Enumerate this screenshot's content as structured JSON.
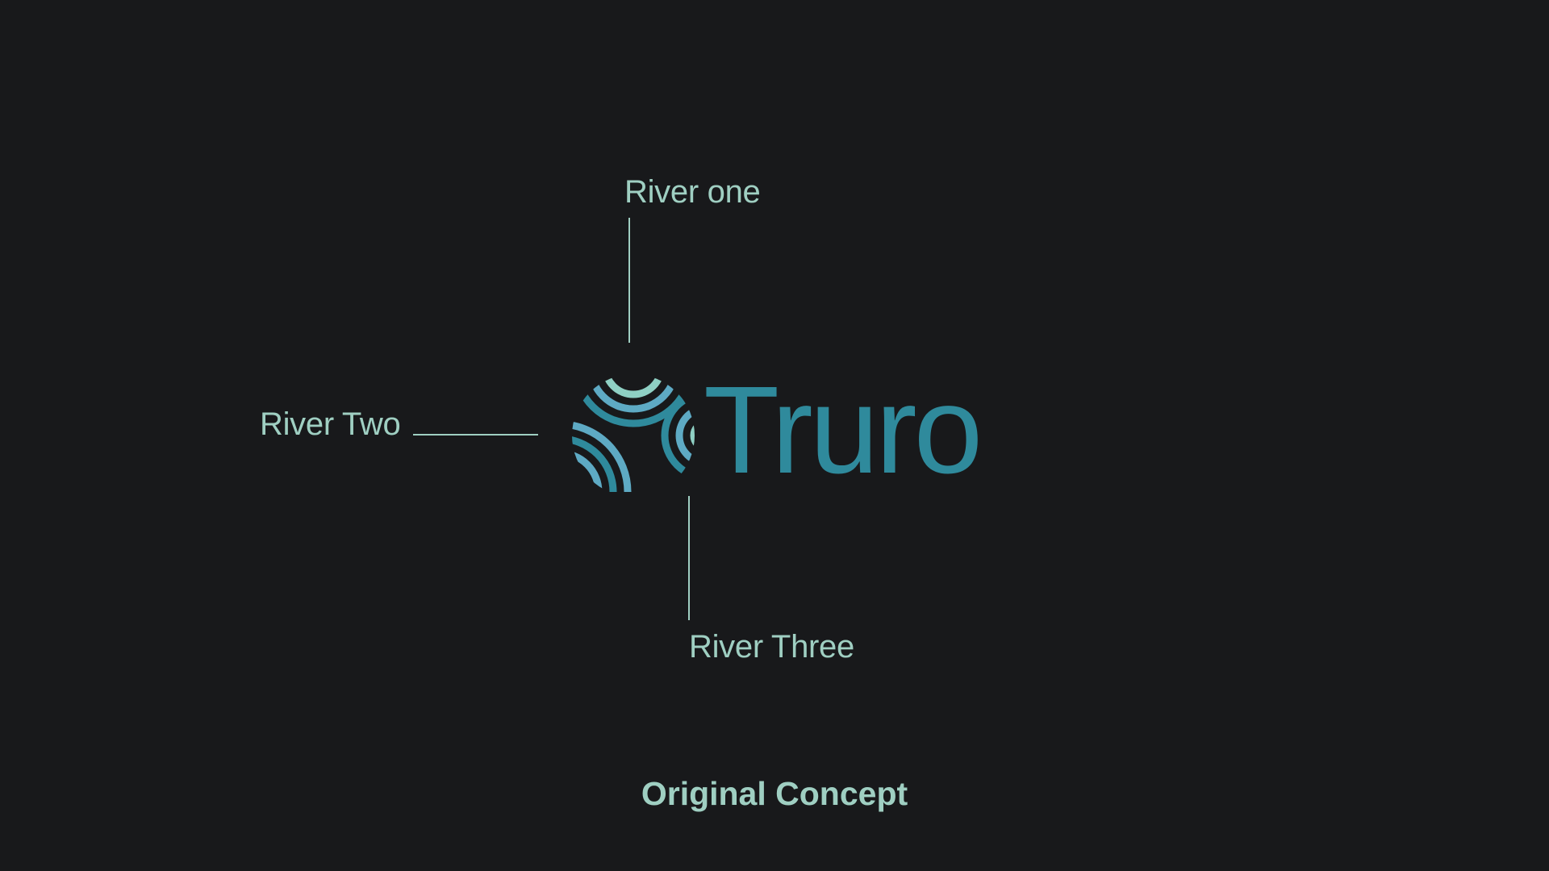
{
  "labels": {
    "river_one": "River one",
    "river_two": "River Two",
    "river_three": "River Three"
  },
  "logo": {
    "wordmark": "Truro",
    "mark_icon": "concentric-river-arcs-circle-icon"
  },
  "caption": "Original Concept",
  "colors": {
    "background": "#18191b",
    "label": "#9fcfc2",
    "logo_dark": "#2f8a9c",
    "logo_light": "#5eaac4",
    "logo_pale": "#8fd0c4"
  }
}
